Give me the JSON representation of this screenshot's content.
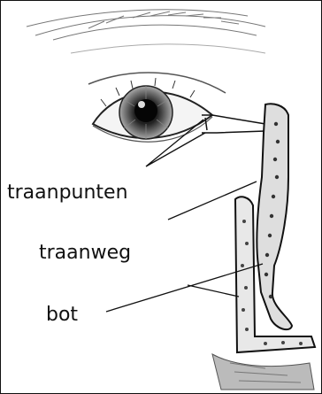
{
  "labels": {
    "tear_points": "traanpunten",
    "tear_duct": "traanweg",
    "bone": "bot"
  },
  "colors": {
    "ink": "#111111",
    "skin_shade": "#9a9a9a",
    "duct_fill": "#cfcfcf",
    "background": "#ffffff"
  }
}
